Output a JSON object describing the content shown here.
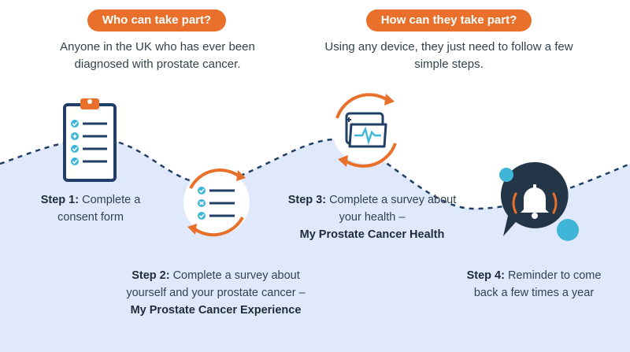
{
  "sections": [
    {
      "heading": "Who can take part?",
      "text": "Anyone in the UK who has ever been diagnosed with prostate cancer."
    },
    {
      "heading": "How can they take part?",
      "text": "Using any device, they just need to follow a few simple steps."
    }
  ],
  "steps": [
    {
      "label": "Step 1:",
      "text": "Complete a consent form",
      "emphasis": "",
      "icon": "clipboard-checklist-icon"
    },
    {
      "label": "Step 2:",
      "text": "Complete a survey about yourself and your prostate cancer –",
      "emphasis": "My Prostate Cancer Experience",
      "icon": "checklist-cycle-icon"
    },
    {
      "label": "Step 3:",
      "text": "Complete a survey about your health –",
      "emphasis": "My Prostate Cancer Health",
      "icon": "health-folder-cycle-icon"
    },
    {
      "label": "Step 4:",
      "text": "Reminder to come back a few times a year",
      "emphasis": "",
      "icon": "bell-reminder-icon"
    }
  ],
  "colors": {
    "accent": "#e8702a",
    "wave_fill": "#dfe9fb",
    "navy": "#213f66",
    "teal": "#3fb6d8",
    "text": "#33424d"
  }
}
